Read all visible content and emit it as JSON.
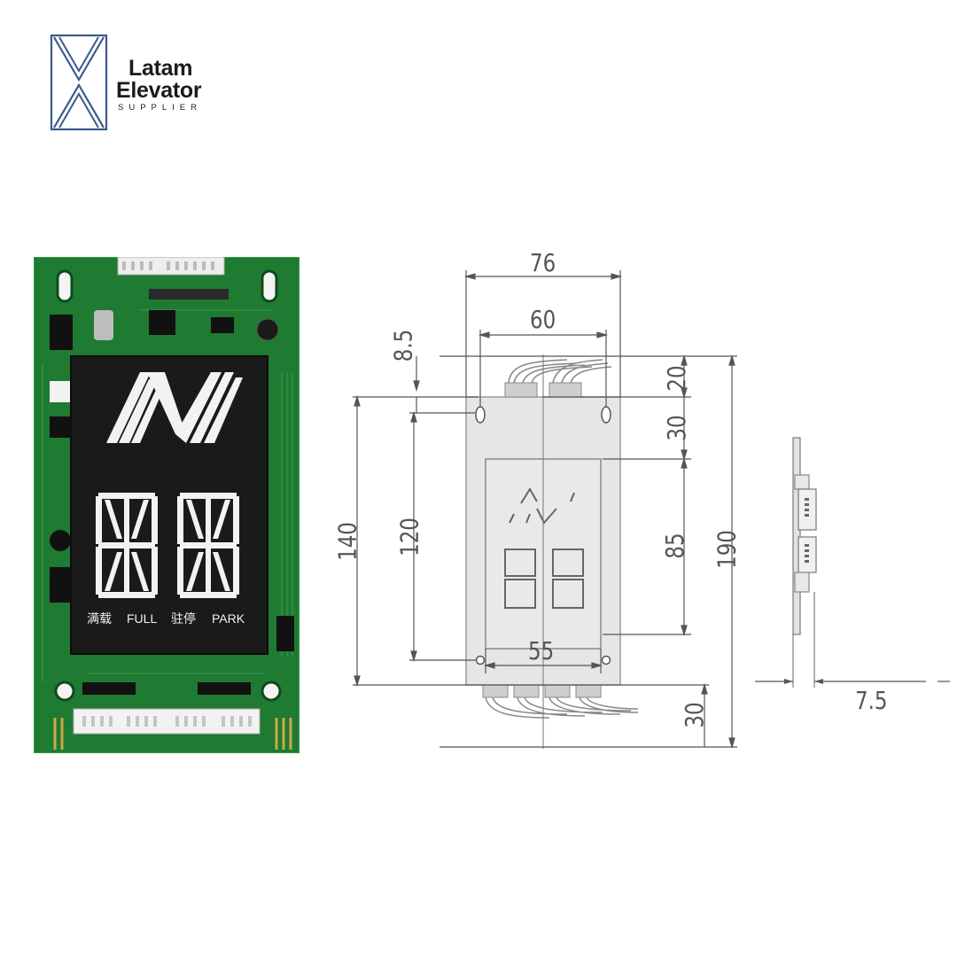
{
  "brand": {
    "line1": "Latam",
    "line2": "Elevator",
    "line3": "SUPPLIER",
    "logo_color": "#3a5a8c"
  },
  "board_photo": {
    "pcb_color": "#1f7a32",
    "lcd_color": "#1a1a1a",
    "segment_digits": "88",
    "labels": {
      "full_cn": "满载",
      "full_en": "FULL",
      "park_cn": "驻停",
      "park_en": "PARK"
    }
  },
  "dimensions": {
    "overall_width": "76",
    "hole_spacing_width": "60",
    "display_width": "55",
    "thickness": "7.5",
    "top_offset": "8.5",
    "top_connector": "20",
    "display_top_offset": "30",
    "overall_height_without_cables": "140",
    "hole_spacing_height": "120",
    "display_height": "85",
    "overall_height": "190",
    "bottom_connector": "30"
  }
}
